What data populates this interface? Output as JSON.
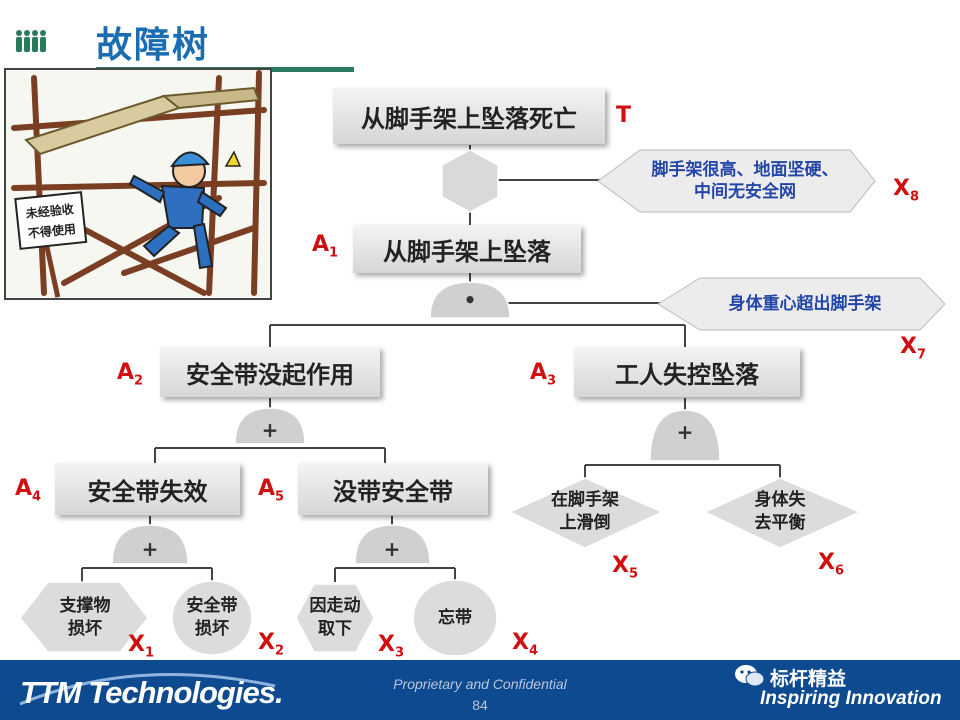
{
  "title": "故障树",
  "illustration": {
    "sign_text": "未经验收\n不得使用"
  },
  "top_event": {
    "label": "从脚手架上坠落死亡",
    "symbol": "T"
  },
  "condition_x8": {
    "text": "脚手架很高、地面坚硬、\n中间无安全网",
    "symbol": "X",
    "sub": "8"
  },
  "gate_and": "•",
  "event_a1": {
    "label": "从脚手架上坠落",
    "symbol": "A",
    "sub": "1"
  },
  "condition_x7": {
    "text": "身体重心超出脚手架",
    "symbol": "X",
    "sub": "7"
  },
  "event_a2": {
    "label": "安全带没起作用",
    "symbol": "A",
    "sub": "2"
  },
  "event_a3": {
    "label": "工人失控坠落",
    "symbol": "A",
    "sub": "3"
  },
  "gate_or": "+",
  "event_a4": {
    "label": "安全带失效",
    "symbol": "A",
    "sub": "4"
  },
  "event_a5": {
    "label": "没带安全带",
    "symbol": "A",
    "sub": "5"
  },
  "basic_x1": {
    "text": "支撑物\n损坏",
    "symbol": "X",
    "sub": "1"
  },
  "basic_x2": {
    "text": "安全带\n损坏",
    "symbol": "X",
    "sub": "2"
  },
  "basic_x3": {
    "text": "因走动\n取下",
    "symbol": "X",
    "sub": "3"
  },
  "basic_x4": {
    "text": "忘带",
    "symbol": "X",
    "sub": "4"
  },
  "basic_x5": {
    "text": "在脚手架\n上滑倒",
    "symbol": "X",
    "sub": "5"
  },
  "basic_x6": {
    "text": "身体失\n去平衡",
    "symbol": "X",
    "sub": "6"
  },
  "footer": {
    "logo": "TTM Technologies.",
    "confidential": "Proprietary and Confidential",
    "page": "84",
    "brand": "标杆精益",
    "slogan": "Inspiring Innovation"
  },
  "colors": {
    "title": "#1a6db3",
    "footer_bg": "#0d4a90",
    "label_red": "#d01010",
    "note_blue": "#2346a8"
  }
}
